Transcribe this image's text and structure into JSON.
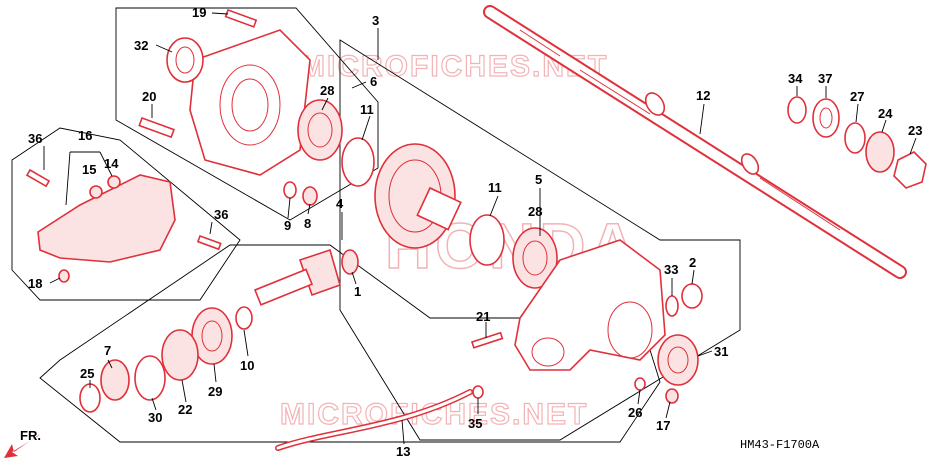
{
  "watermark": "MICROFICHES.NET",
  "brand_logo": "HONDA",
  "diagram_code": "HM43-F1700A",
  "front_arrow_label": "FR.",
  "colors": {
    "part_line": "#e0303a",
    "part_fill": "#fbe3e4",
    "watermark": "#f3b3b6",
    "text": "#000000"
  },
  "callouts": [
    "1",
    "2",
    "3",
    "4",
    "5",
    "6",
    "7",
    "8",
    "9",
    "10",
    "11",
    "11",
    "12",
    "13",
    "14",
    "15",
    "16",
    "17",
    "18",
    "19",
    "20",
    "21",
    "22",
    "23",
    "24",
    "25",
    "26",
    "27",
    "28",
    "28",
    "29",
    "30",
    "31",
    "32",
    "33",
    "34",
    "35",
    "36",
    "36",
    "37"
  ]
}
